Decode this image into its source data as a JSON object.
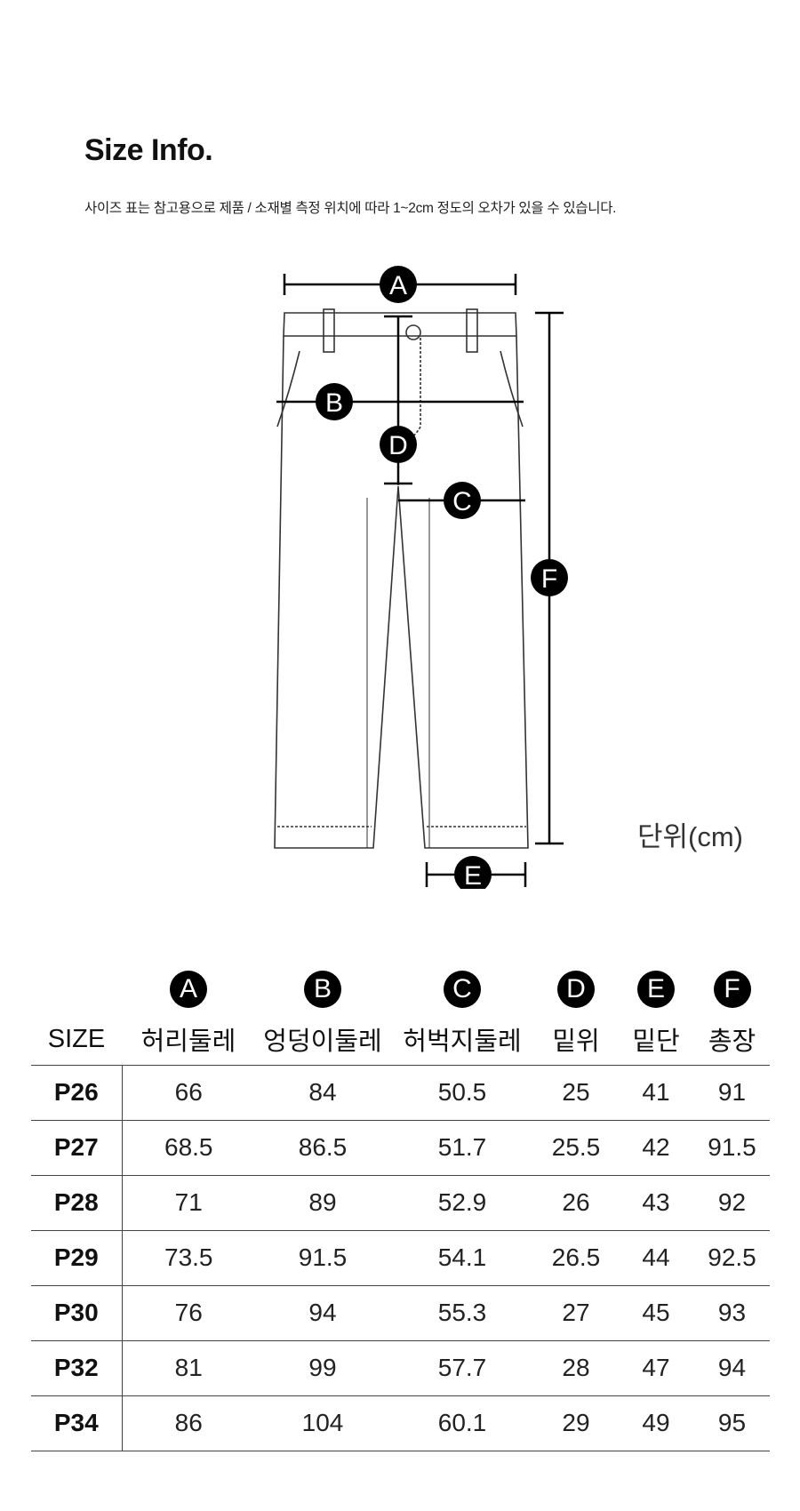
{
  "title": "Size Info.",
  "subtitle": "사이즈 표는 참고용으로 제품 / 소재별 측정 위치에 따라 1~2cm 정도의 오차가 있을 수 있습니다.",
  "unit": "단위(cm)",
  "markers": {
    "A": "A",
    "B": "B",
    "C": "C",
    "D": "D",
    "E": "E",
    "F": "F"
  },
  "table": {
    "headers": [
      "SIZE",
      "허리둘레",
      "엉덩이둘레",
      "허벅지둘레",
      "밑위",
      "밑단",
      "총장"
    ],
    "markers": [
      "A",
      "B",
      "C",
      "D",
      "E",
      "F"
    ],
    "rows": [
      [
        "P26",
        "66",
        "84",
        "50.5",
        "25",
        "41",
        "91"
      ],
      [
        "P27",
        "68.5",
        "86.5",
        "51.7",
        "25.5",
        "42",
        "91.5"
      ],
      [
        "P28",
        "71",
        "89",
        "52.9",
        "26",
        "43",
        "92"
      ],
      [
        "P29",
        "73.5",
        "91.5",
        "54.1",
        "26.5",
        "44",
        "92.5"
      ],
      [
        "P30",
        "76",
        "94",
        "55.3",
        "27",
        "45",
        "93"
      ],
      [
        "P32",
        "81",
        "99",
        "57.7",
        "28",
        "47",
        "94"
      ],
      [
        "P34",
        "86",
        "104",
        "60.1",
        "29",
        "49",
        "95"
      ]
    ]
  }
}
